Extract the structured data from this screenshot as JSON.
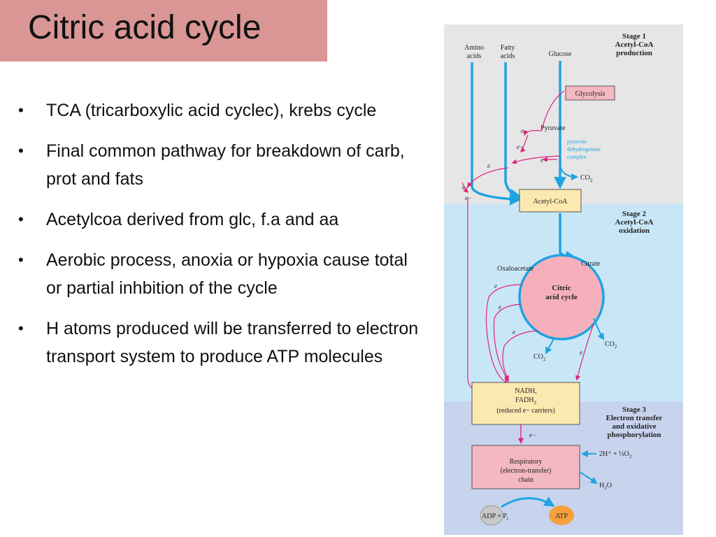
{
  "slide": {
    "title": "Citric acid cycle",
    "bullets": [
      "TCA (tricarboxylic acid cyclec), krebs cycle",
      "Final common pathway for breakdown of carb, prot and fats",
      "Acetylcoa derived from glc, f.a and aa",
      "Aerobic process, anoxia or hypoxia cause total or partial inhbition of the cycle",
      "H atoms produced will be transferred to electron transport system to produce ATP molecules"
    ]
  },
  "diagram": {
    "colors": {
      "stage1_bg": "#e6e6e6",
      "stage2_bg": "#c9e6f7",
      "stage3_bg": "#c8d4ee",
      "arrow_blue": "#1ea4e0",
      "electron_magenta": "#e0237a",
      "box_pink": "#f4b8c0",
      "box_yellow": "#fce9b0",
      "circle_pink": "#f5b0bc",
      "atp_orange": "#f6a03c",
      "adp_grey": "#c8c8c8",
      "title_bg": "#d99694"
    },
    "stage1": {
      "line1": "Stage 1",
      "line2": "Acetyl-CoA",
      "line3": "production"
    },
    "stage2": {
      "line1": "Stage 2",
      "line2": "Acetyl-CoA",
      "line3": "oxidation"
    },
    "stage3": {
      "line1": "Stage 3",
      "line2": "Electron transfer",
      "line3": "and oxidative",
      "line4": "phosphorylation"
    },
    "amino1": "Amino",
    "amino2": "acids",
    "fatty1": "Fatty",
    "fatty2": "acids",
    "glucose": "Glucose",
    "glycolysis": "Glycolysis",
    "pyruvate": "Pyruvate",
    "pdh1": "pyruvate",
    "pdh2": "dehydrogenase",
    "pdh3": "complex",
    "co2": "CO",
    "sub2": "2",
    "acetylcoa": "Acetyl-CoA",
    "oxaloacetate": "Oxaloacetate",
    "citrate": "Citrate",
    "cycle1": "Citric",
    "cycle2": "acid cycle",
    "e": "e",
    "e_minus": "e−",
    "nadh": "NADH,",
    "fadh": "FADH",
    "reduced": "(reduced e− carriers)",
    "resp1": "Respiratory",
    "resp2": "(electron-transfer)",
    "resp3": "chain",
    "protons": "2H⁺ + ½O",
    "water_h": "H",
    "water_o": "O",
    "adp": "ADP + P",
    "pi_sub": "i",
    "atp": "ATP"
  }
}
